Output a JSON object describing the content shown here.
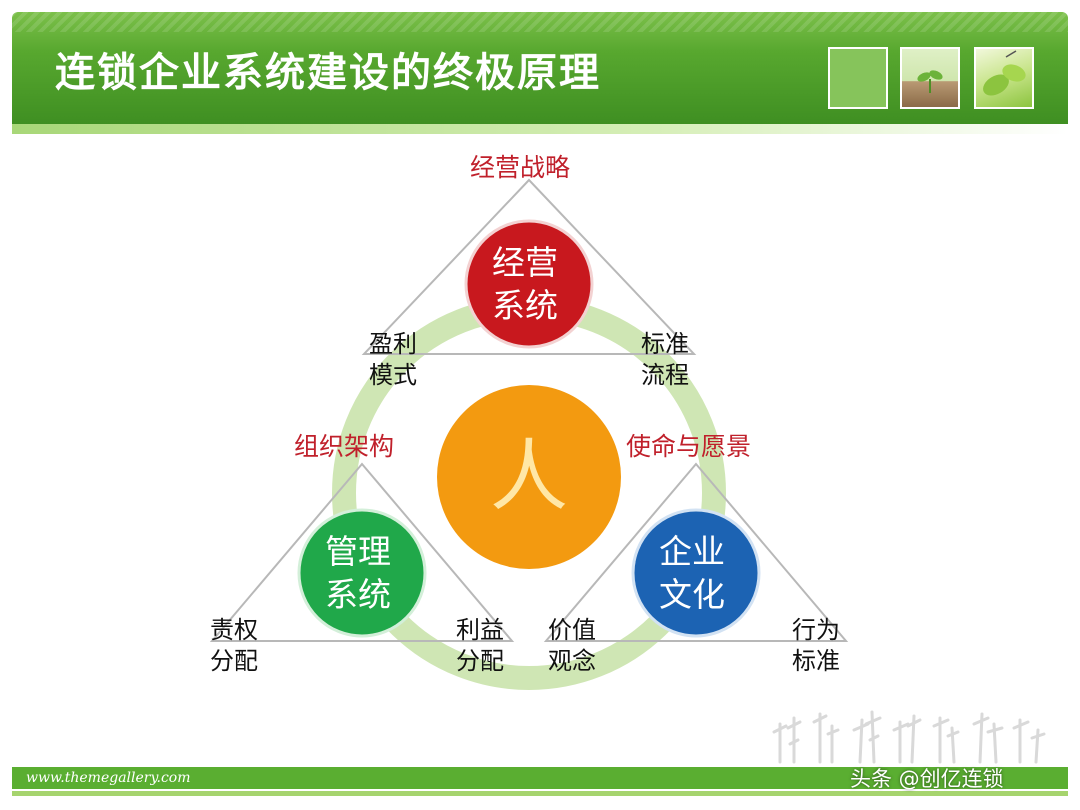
{
  "header": {
    "title": "连锁企业系统建设的终极原理",
    "thumbnails": [
      "plain-green",
      "sprout-on-soil",
      "green-leaves"
    ]
  },
  "diagram": {
    "center_label": "人",
    "nodes": [
      {
        "id": "top",
        "label_line1": "经营",
        "label_line2": "系统",
        "color": "#c8181e",
        "caption": "经营战略",
        "left_note": [
          "盈利",
          "模式"
        ],
        "right_note": [
          "标准",
          "流程"
        ]
      },
      {
        "id": "left",
        "label_line1": "管理",
        "label_line2": "系统",
        "color": "#20a84a",
        "caption": "组织架构",
        "left_note": [
          "责权",
          "分配"
        ],
        "right_note": [
          "利益",
          "分配"
        ]
      },
      {
        "id": "right",
        "label_line1": "企业",
        "label_line2": "文化",
        "color": "#1c63b3",
        "caption": "使命与愿景",
        "left_note": [
          "价值",
          "观念"
        ],
        "right_note": [
          "行为",
          "标准"
        ]
      }
    ],
    "colors": {
      "ring": "#cfe6b4",
      "center": "#f39a10",
      "caption": "#c0202b",
      "triangle": "#b8b8b8"
    }
  },
  "footer": {
    "url": "www.themegallery.com",
    "watermark": "头条 @创亿连锁"
  },
  "colors": {
    "header_green": "#4f9f2a",
    "footer_green": "#5aae31"
  }
}
